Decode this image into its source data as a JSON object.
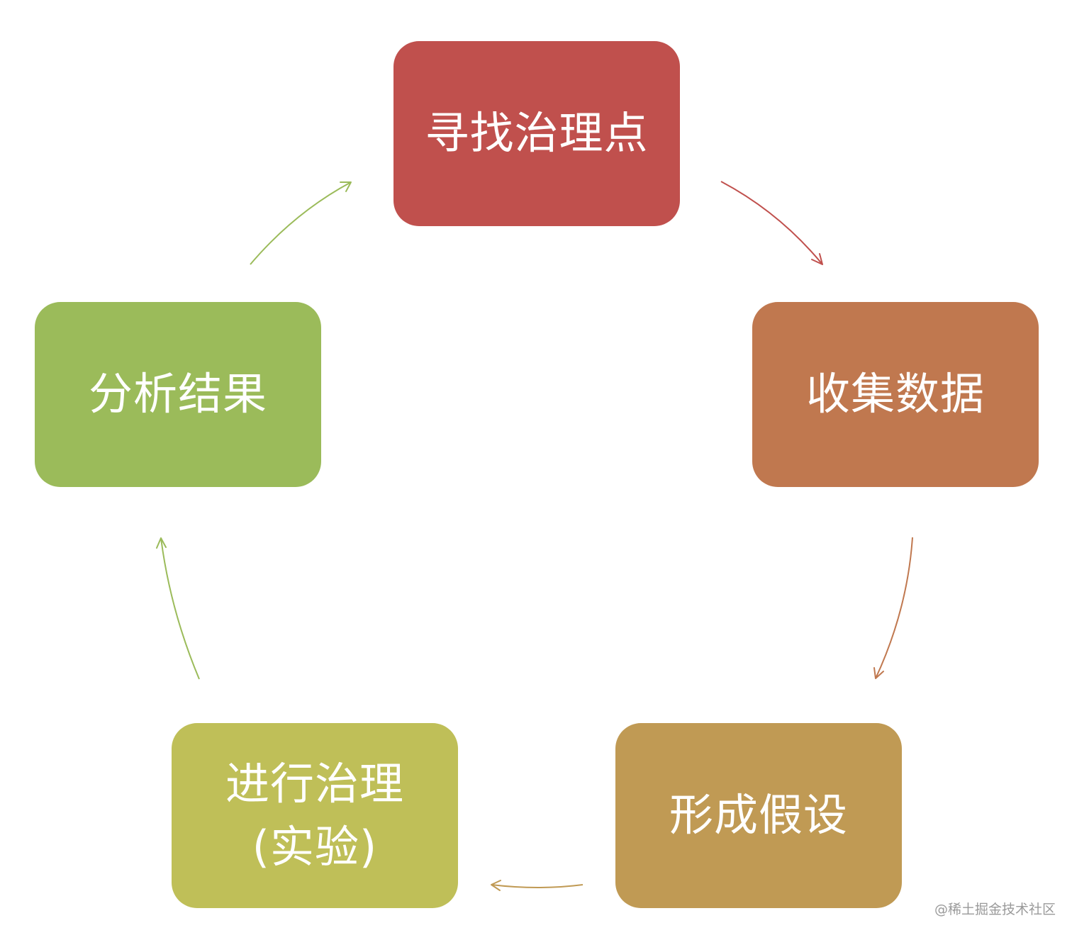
{
  "nodes": {
    "find": {
      "label": "寻找治理点",
      "color": "#c0504d"
    },
    "collect": {
      "label": "收集数据",
      "color": "#c0784f"
    },
    "hypothesis": {
      "label": "形成假设",
      "color": "#c09a54"
    },
    "execute": {
      "line1": "进行治理",
      "line2": "(实验)",
      "color": "#bfbf58"
    },
    "analyze": {
      "label": "分析结果",
      "color": "#9bbb5a"
    }
  },
  "flow": [
    {
      "from": "find",
      "to": "collect",
      "color": "#c0504d"
    },
    {
      "from": "collect",
      "to": "hypothesis",
      "color": "#c0784f"
    },
    {
      "from": "hypothesis",
      "to": "execute",
      "color": "#c09a54"
    },
    {
      "from": "execute",
      "to": "analyze",
      "color": "#9bbb5a"
    },
    {
      "from": "analyze",
      "to": "find",
      "color": "#9bbb5a"
    }
  ],
  "watermark": "@稀土掘金技术社区"
}
